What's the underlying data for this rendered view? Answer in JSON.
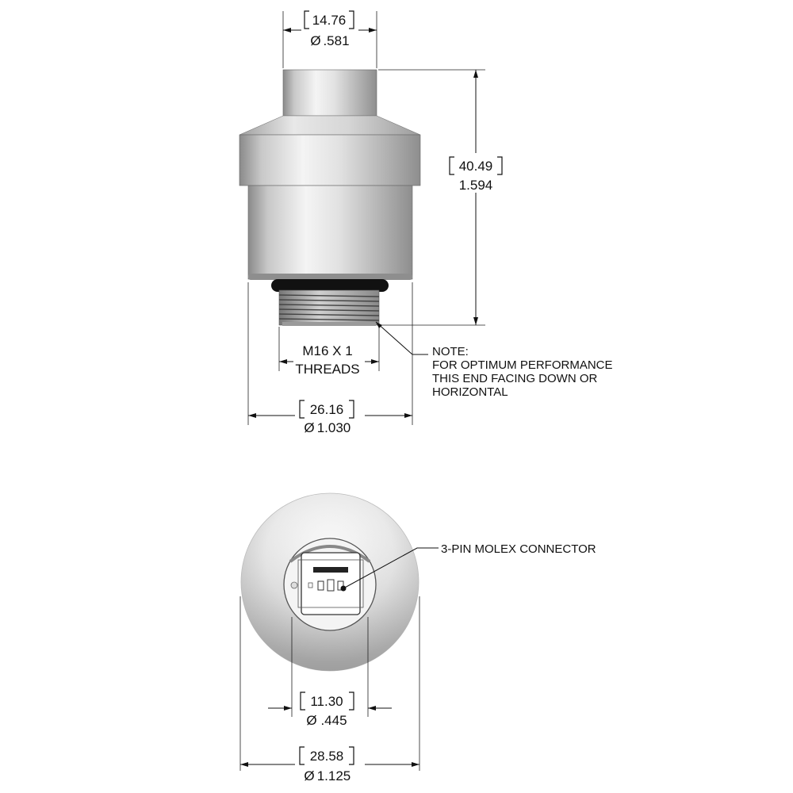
{
  "top_view": {
    "tip_diameter": {
      "metric": "14.76",
      "imperial": ".581"
    },
    "height": {
      "metric": "40.49",
      "imperial": "1.594"
    },
    "thread": {
      "line1": "M16 X 1",
      "line2": "THREADS"
    },
    "body_diameter": {
      "metric": "26.16",
      "imperial": "1.030"
    },
    "note": {
      "line1": "NOTE:",
      "line2": "FOR OPTIMUM PERFORMANCE",
      "line3": "THIS END FACING DOWN OR",
      "line4": "HORIZONTAL"
    }
  },
  "bottom_view": {
    "connector_label": "3-PIN MOLEX CONNECTOR",
    "inner_diameter": {
      "metric": "11.30",
      "imperial": ".445"
    },
    "outer_diameter": {
      "metric": "28.58",
      "imperial": "1.125"
    }
  },
  "symbols": {
    "diameter": "Ø"
  }
}
